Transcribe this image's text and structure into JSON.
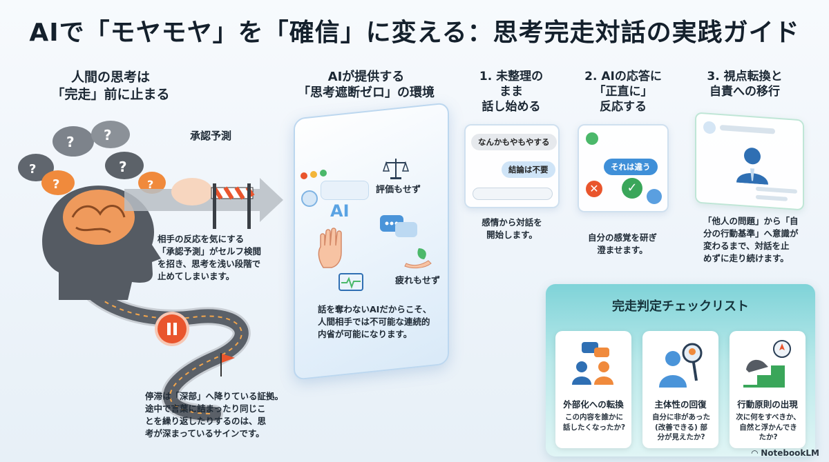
{
  "title": "AIで「モヤモヤ」を「確信」に変える：思考完走対話の実践ガイド",
  "section1": {
    "heading_lines": [
      "人間の思考は",
      "「完走」前に止まる"
    ],
    "approval_label": "承認予測",
    "body1_lines": [
      "相手の反応を気にする",
      "「承認予測」がセルフ検閲",
      "を招き、思考を浅い段階で",
      "止めてしまいます。"
    ],
    "body2_lines": [
      "停滞は「深部」へ降りている証拠。",
      "途中で言葉に詰まったり同じこ",
      "とを繰り返したりするのは、思",
      "考が深まっているサインです。"
    ]
  },
  "section2": {
    "heading_lines": [
      "AIが提供する",
      "「思考遮断ゼロ」の環境"
    ],
    "ai_label": "AI",
    "label_no_eval": "評価もせず",
    "label_no_tire": "疲れもせず",
    "body_lines": [
      "話を奪わないAIだからこそ、",
      "人間相手では不可能な連続的",
      "内省が可能になります。"
    ]
  },
  "step1": {
    "heading_lines": [
      "1. 未整理の",
      "まま",
      "話し始める"
    ],
    "bubble1": "なんかもやもやする",
    "bubble2": "結論は不要",
    "body_lines": [
      "感情から対話を",
      "開始します。"
    ]
  },
  "step2": {
    "heading_lines": [
      "2. AIの応答に",
      "「正直に」",
      "反応する"
    ],
    "bubble": "それは違う",
    "body_lines": [
      "自分の感覚を研ぎ",
      "澄ませます。"
    ]
  },
  "step3": {
    "heading_lines": [
      "3. 視点転換と",
      "自責への移行"
    ],
    "body_lines": [
      "「他人の問題」から「自",
      "分の行動基準」へ意識が",
      "変わるまで、対話を止",
      "めずに走り続けます。"
    ]
  },
  "checklist": {
    "title": "完走判定チェックリスト",
    "items": [
      {
        "title": "外部化への転換",
        "body_lines": [
          "この内容を誰かに",
          "話したくなったか?"
        ]
      },
      {
        "title": "主体性の回復",
        "body_lines": [
          "自分に非があった",
          "(改善できる) 部",
          "分が見えたか?"
        ]
      },
      {
        "title": "行動原則の出現",
        "body_lines": [
          "次に何をすべきか、",
          "自然と浮かんでき",
          "たか?"
        ]
      }
    ]
  },
  "logo": "NotebookLM",
  "colors": {
    "accent_orange": "#ee7a35",
    "accent_blue": "#3f8fd8",
    "accent_teal": "#7fd3d8",
    "head_gray": "#555b63"
  }
}
